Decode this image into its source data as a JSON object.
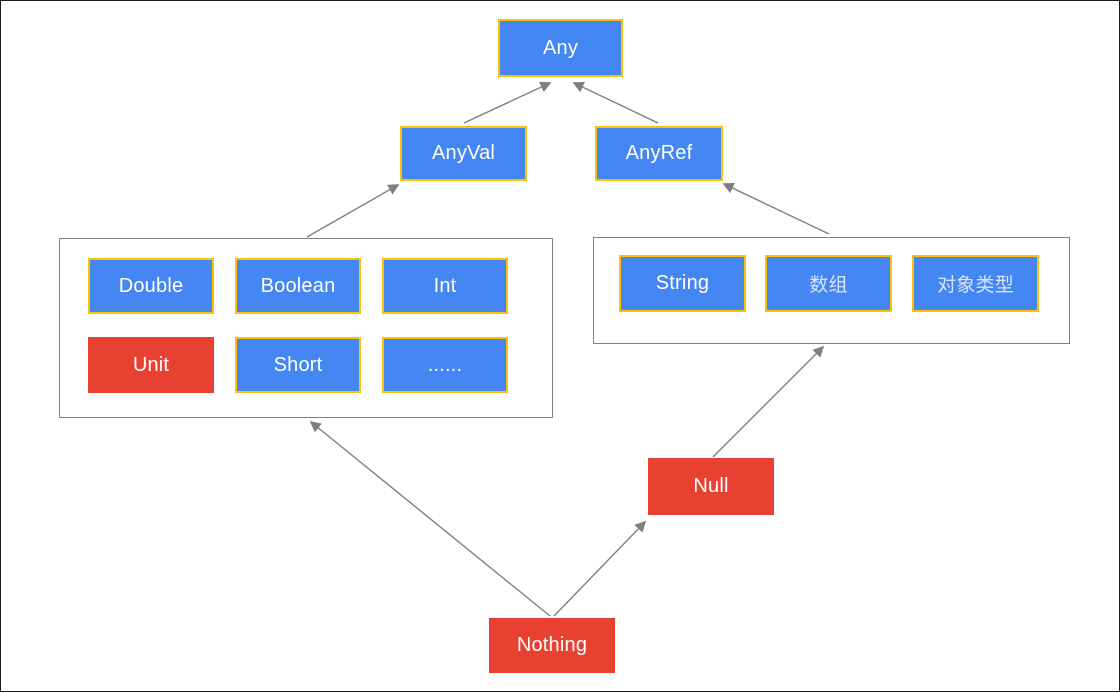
{
  "diagram": {
    "kind": "type-hierarchy",
    "colors": {
      "node_blue": "#4486f2",
      "node_red": "#e84132",
      "node_border_gold": "#ffc008",
      "group_border": "#7f7f7f",
      "arrow": "#7f7f7f",
      "text": "#ffffff",
      "page_border": "#1a1a1a",
      "background": "#ffffff"
    },
    "nodes": {
      "any": {
        "label": "Any"
      },
      "anyval": {
        "label": "AnyVal"
      },
      "anyref": {
        "label": "AnyRef"
      },
      "double": {
        "label": "Double"
      },
      "boolean": {
        "label": "Boolean"
      },
      "int": {
        "label": "Int"
      },
      "unit": {
        "label": "Unit"
      },
      "short": {
        "label": "Short"
      },
      "ellipsis": {
        "label": "......"
      },
      "string": {
        "label": "String"
      },
      "array": {
        "label": "数组"
      },
      "object_type": {
        "label": "对象类型"
      },
      "null": {
        "label": "Null"
      },
      "nothing": {
        "label": "Nothing"
      }
    },
    "groups": {
      "anyval_subtypes": [
        "Double",
        "Boolean",
        "Int",
        "Unit",
        "Short",
        "......"
      ],
      "anyref_subtypes": [
        "String",
        "数组",
        "对象类型"
      ]
    },
    "edges": [
      {
        "from": "AnyVal",
        "to": "Any"
      },
      {
        "from": "AnyRef",
        "to": "Any"
      },
      {
        "from": "anyval_subtypes_group",
        "to": "AnyVal"
      },
      {
        "from": "anyref_subtypes_group",
        "to": "AnyRef"
      },
      {
        "from": "Null",
        "to": "anyref_subtypes_group"
      },
      {
        "from": "Nothing",
        "to": "anyval_subtypes_group"
      },
      {
        "from": "Nothing",
        "to": "Null"
      }
    ]
  }
}
